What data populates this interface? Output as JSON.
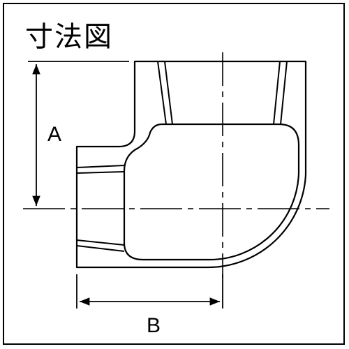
{
  "title": "寸法図",
  "labels": {
    "dim_a": "A",
    "dim_b": "B"
  },
  "colors": {
    "line": "#000000",
    "background": "#ffffff"
  }
}
